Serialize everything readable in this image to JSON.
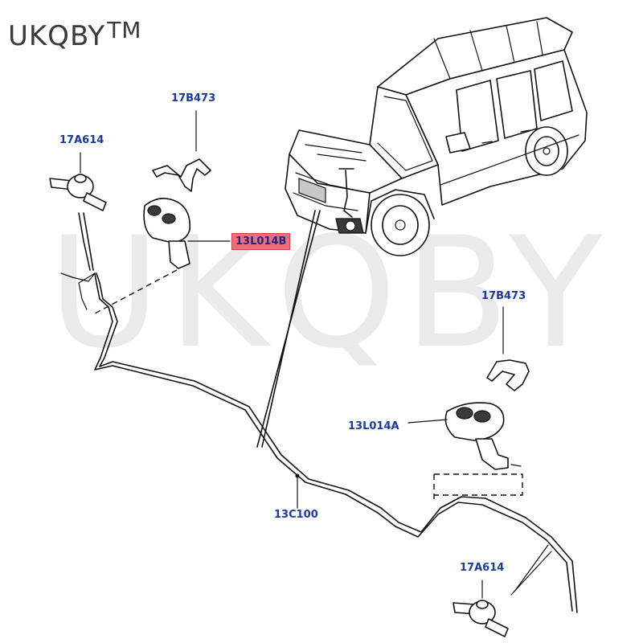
{
  "brand": {
    "name": "UKQBY",
    "tm": "TM"
  },
  "watermark": "UKQBY TM",
  "labels": {
    "clip_top": "17B473",
    "valve_top": "17A614",
    "jet_left": "13L014B",
    "clip_right": "17B473",
    "jet_right": "13L014A",
    "hose": "13C100",
    "valve_bottom": "17A614"
  },
  "colors": {
    "highlight": "#f26b78",
    "label_text": "#1a3a9c",
    "line": "#111111"
  }
}
